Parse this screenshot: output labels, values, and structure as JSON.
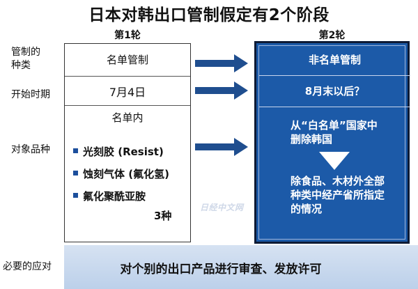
{
  "title": "日本对韩出口管制假定有2个阶段",
  "columns": {
    "stage1": "第1轮",
    "stage2": "第2轮"
  },
  "row_labels": {
    "type_line1": "管制的",
    "type_line2": "种类",
    "start": "开始时期",
    "targets": "对象品种",
    "response": "必要的应对"
  },
  "stage1": {
    "type": "名单管制",
    "start": "7月4日",
    "scope": "名单内",
    "items": [
      "光刻胶 (Resist)",
      "蚀刻气体 (氟化氢)",
      "氟化聚酰亚胺"
    ],
    "count": "3种"
  },
  "stage2": {
    "type": "非名单管制",
    "start": "8月末以后？",
    "target_line1": "从“白名单”国家中",
    "target_line2": "删除韩国",
    "scope_line1": "除食品、木材外全部",
    "scope_line2": "种类中经产省所指定",
    "scope_line3": "的情况"
  },
  "response_text": "对个别的出口产品进行审查、发放许可",
  "watermark": "日经中文网",
  "colors": {
    "stage2_fill": "#1c5aa8",
    "arrow": "#1f4e8f",
    "bullet": "#1c4f9c"
  }
}
